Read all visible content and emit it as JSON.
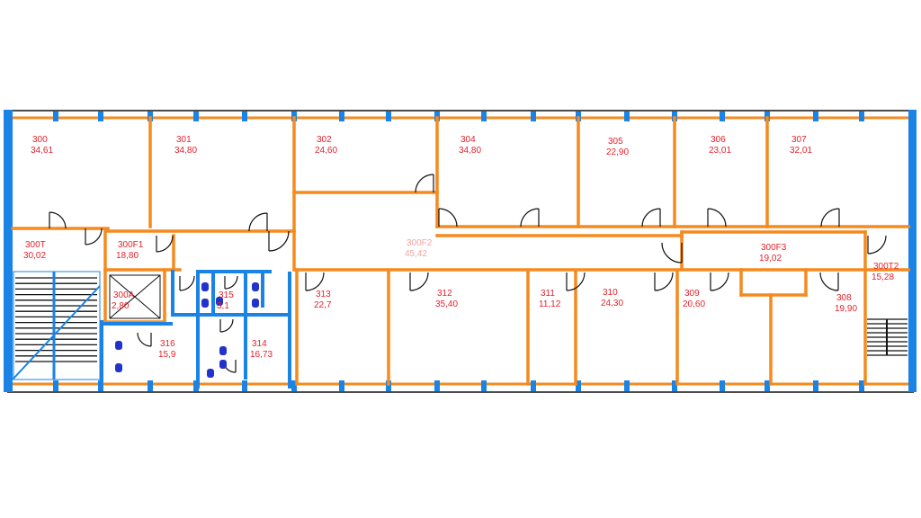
{
  "floor_plan": {
    "colors": {
      "wall": "#f58a1f",
      "frame": "#1a83e6",
      "door": "#111111",
      "label": "#e8202a",
      "label_faded": "#f2a3a3",
      "fixture": "#2233cc"
    },
    "rooms": [
      {
        "number": "300",
        "area": "34,61"
      },
      {
        "number": "301",
        "area": "34,80"
      },
      {
        "number": "302",
        "area": "24,60"
      },
      {
        "number": "304",
        "area": "34,80"
      },
      {
        "number": "305",
        "area": "22,90"
      },
      {
        "number": "306",
        "area": "23,01"
      },
      {
        "number": "307",
        "area": "32,01"
      },
      {
        "number": "300T",
        "area": "30,02"
      },
      {
        "number": "300F1",
        "area": "18,80"
      },
      {
        "number": "300F2",
        "area": "45,42"
      },
      {
        "number": "300F3",
        "area": "19,02"
      },
      {
        "number": "300T2",
        "area": "15,28"
      },
      {
        "number": "300A",
        "area": "2,80"
      },
      {
        "number": "315",
        "area": "3,1"
      },
      {
        "number": "313",
        "area": "22,7"
      },
      {
        "number": "312",
        "area": "35,40"
      },
      {
        "number": "311",
        "area": "11,12"
      },
      {
        "number": "310",
        "area": "24,30"
      },
      {
        "number": "309",
        "area": "20,60"
      },
      {
        "number": "308",
        "area": "19,90"
      },
      {
        "number": "316",
        "area": "15,9"
      },
      {
        "number": "314",
        "area": "16,73"
      }
    ]
  }
}
